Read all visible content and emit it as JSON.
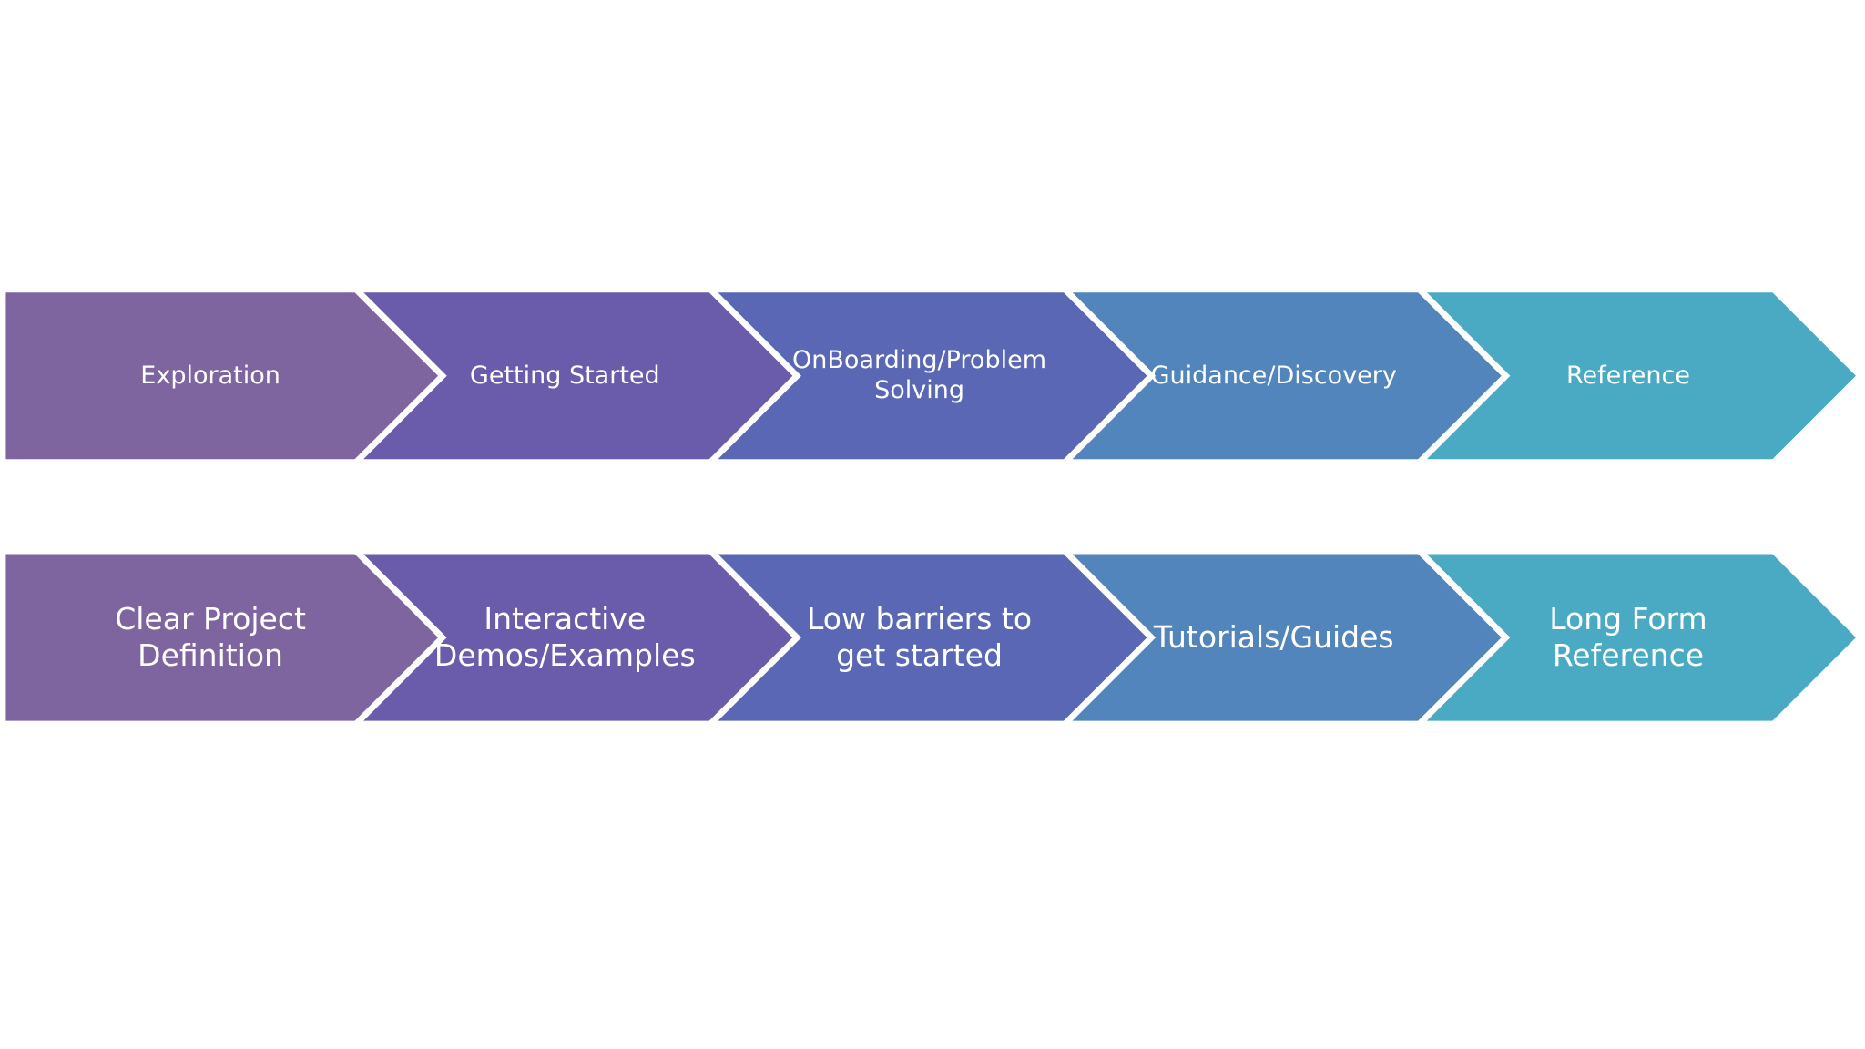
{
  "colors": {
    "step_1": "#7f65a0",
    "step_2": "#6a5bab",
    "step_3": "#5a67b4",
    "step_4": "#5185bb",
    "step_5": "#4aaac4",
    "separator": "#ffffff"
  },
  "rows": [
    {
      "steps": [
        {
          "label": "Exploration"
        },
        {
          "label": "Getting Started"
        },
        {
          "label": "OnBoarding/Problem\nSolving"
        },
        {
          "label": "Guidance/Discovery"
        },
        {
          "label": "Reference"
        }
      ]
    },
    {
      "steps": [
        {
          "label": "Clear Project Definition"
        },
        {
          "label": "Interactive\nDemos/Examples"
        },
        {
          "label": "Low barriers to\nget started"
        },
        {
          "label": "Tutorials/Guides"
        },
        {
          "label": "Long Form\nReference"
        }
      ]
    }
  ]
}
